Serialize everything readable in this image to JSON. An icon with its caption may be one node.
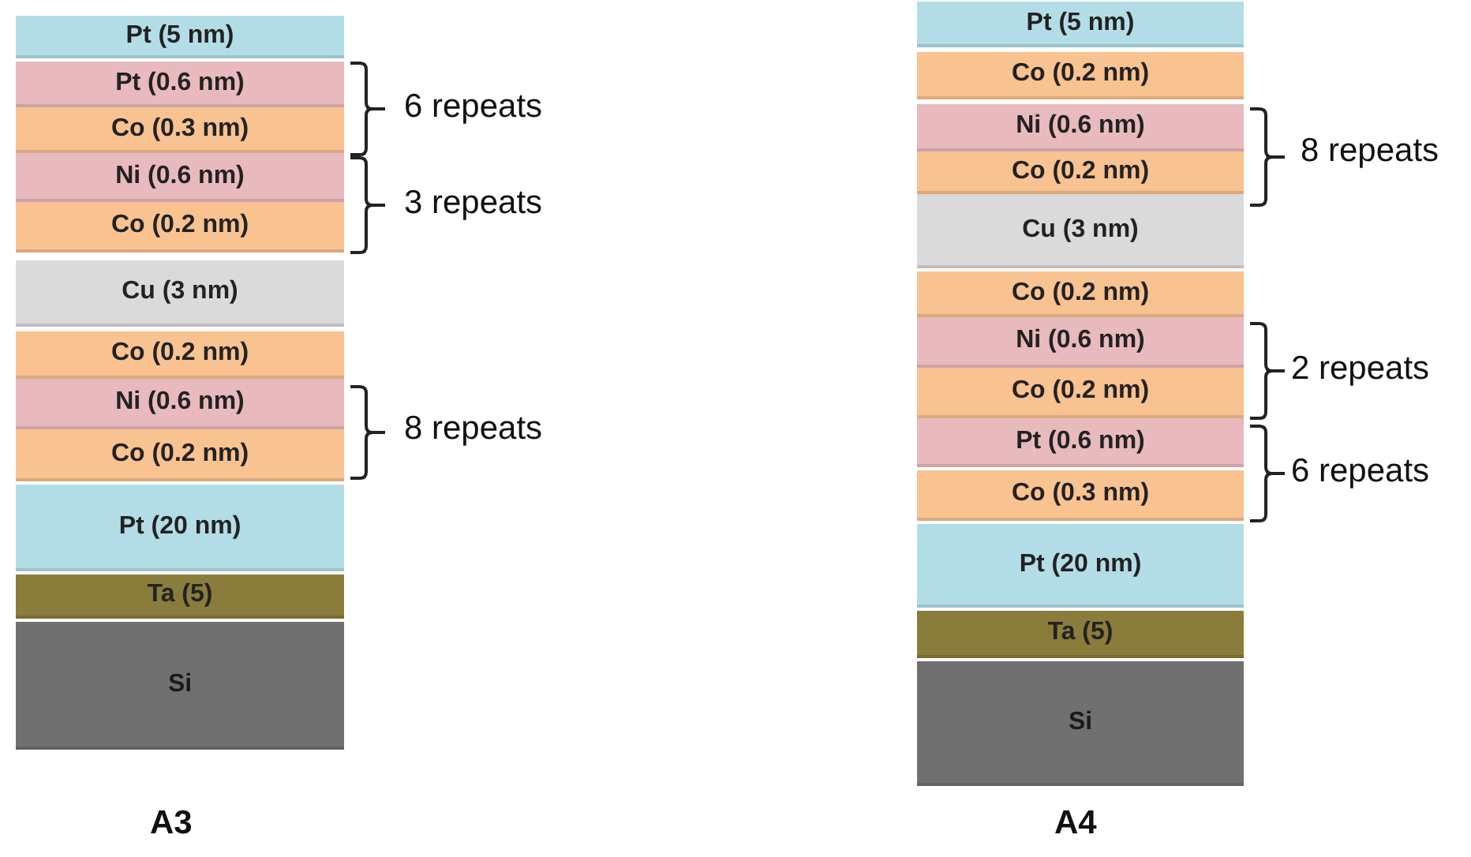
{
  "diagram": {
    "nodes": [
      {
        "text": [
          "Pt (5 nm)"
        ]
      },
      {
        "text": [
          "Pt (0.6 nm)"
        ]
      },
      {
        "text": [
          "Co (0.3 nm)"
        ]
      },
      {
        "text": [
          "Ni (0.6 nm)"
        ]
      },
      {
        "text": [
          "Co (0.2 nm)"
        ]
      },
      {
        "text": [
          "Cu (3 nm)"
        ]
      },
      {
        "text": [
          "Co (0.2 nm)"
        ]
      },
      {
        "text": [
          "Ni (0.6 nm)"
        ]
      },
      {
        "text": [
          "Co (0.2 nm)"
        ]
      },
      {
        "text": [
          "Pt (20 nm)"
        ]
      },
      {
        "text": [
          "Ta (5)"
        ]
      },
      {
        "text": [
          "Si"
        ]
      },
      {
        "text": [
          "Pt (5 nm)"
        ]
      },
      {
        "text": [
          "Co (0.2 nm)"
        ]
      },
      {
        "text": [
          "Ni (0.6 nm)"
        ]
      },
      {
        "text": [
          "Co (0.2 nm)"
        ]
      },
      {
        "text": [
          "Cu (3 nm)"
        ]
      },
      {
        "text": [
          "Co (0.2 nm)"
        ]
      },
      {
        "text": [
          "Ni (0.6 nm)"
        ]
      },
      {
        "text": [
          "Co (0.2 nm)"
        ]
      },
      {
        "text": [
          "Pt (0.6 nm)"
        ]
      },
      {
        "text": [
          "Co (0.3 nm)"
        ]
      },
      {
        "text": [
          "Pt (20 nm)"
        ]
      },
      {
        "text": [
          "Ta (5)"
        ]
      },
      {
        "text": [
          "Si"
        ]
      }
    ],
    "edges": [],
    "labels": [
      "6 repeats",
      "3 repeats",
      "8 repeats",
      "8 repeats",
      "2 repeats",
      "6 repeats",
      "A3",
      "A4"
    ]
  }
}
